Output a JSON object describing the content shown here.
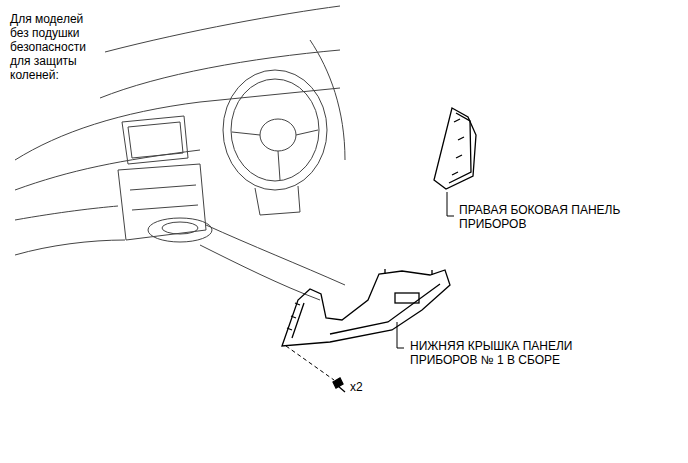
{
  "diagram": {
    "labels": [
      "Для моделей без подушки безопасности для защиты коленей:",
      "ПРАВАЯ БОКОВАЯ ПАНЕЛЬ ПРИБОРОВ",
      "НИЖНЯЯ КРЫШКА ПАНЕЛИ ПРИБОРОВ № 1 В СБОРЕ",
      "x2"
    ]
  }
}
